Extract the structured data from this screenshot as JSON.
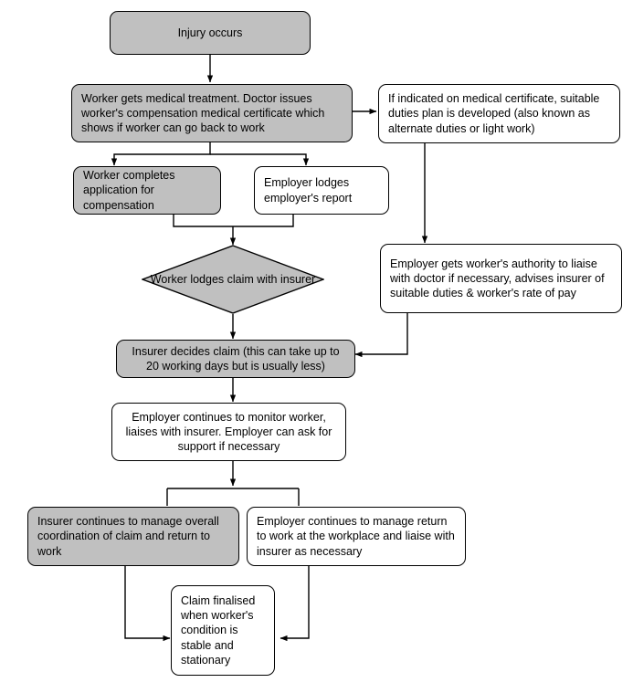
{
  "diagram": {
    "title": "Workers compensation claim process flowchart",
    "colors": {
      "node_fill_gray": "#c0c0c0",
      "node_fill_white": "#ffffff",
      "border": "#000000",
      "connector": "#000000",
      "background": "#ffffff"
    },
    "nodes": {
      "injury": "Injury occurs",
      "medical_treatment": "Worker gets medical treatment. Doctor issues worker's compensation medical certificate which shows if worker can go back to work",
      "suitable_duties": "If indicated on medical certificate, suitable duties plan is developed (also known as alternate duties or light work)",
      "worker_application": "Worker completes application for compensation",
      "employer_report": "Employer lodges employer's report",
      "worker_lodges_claim": "Worker lodges claim with insurer",
      "employer_authority": "Employer gets worker's authority to liaise with doctor if necessary, advises insurer of suitable duties & worker's rate of pay",
      "insurer_decides": "Insurer decides claim (this can take up to 20 working days but is usually less)",
      "employer_monitors": "Employer continues to monitor worker, liaises with insurer. Employer can ask for support if necessary",
      "insurer_coordination": "Insurer continues to manage overall coordination of claim and return to work",
      "employer_return_to_work": "Employer continues to manage return to work at the workplace and liaise with insurer as necessary",
      "claim_finalised": "Claim finalised when worker's condition is stable and stationary"
    }
  }
}
